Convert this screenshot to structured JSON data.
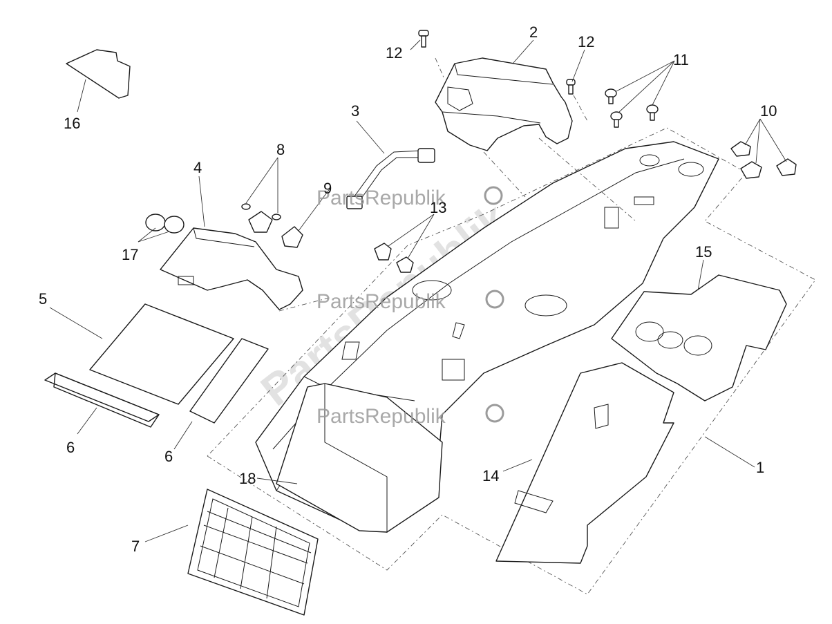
{
  "watermark": "PartsRepublik",
  "callouts": {
    "c1": "1",
    "c2": "2",
    "c3": "3",
    "c4": "4",
    "c5": "5",
    "c6a": "6",
    "c6b": "6",
    "c7": "7",
    "c8": "8",
    "c9": "9",
    "c10": "10",
    "c11": "11",
    "c12a": "12",
    "c12b": "12",
    "c13": "13",
    "c14": "14",
    "c15": "15",
    "c16": "16",
    "c17": "17",
    "c18": "18"
  },
  "icons": {
    "watermark_logo": "gear-icon"
  }
}
